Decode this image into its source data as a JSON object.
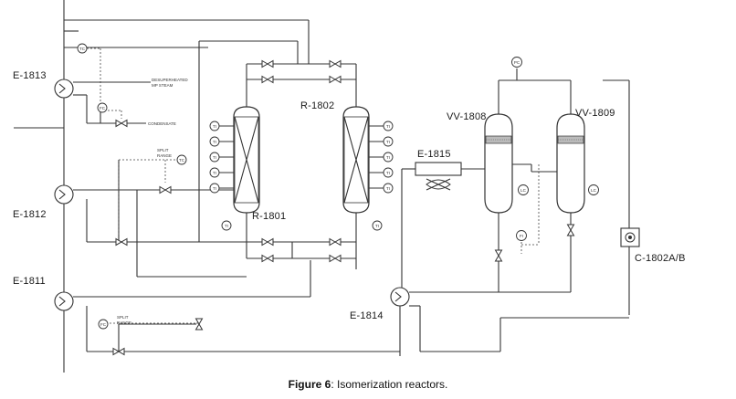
{
  "equipment": {
    "e1813": "E-1813",
    "e1812": "E-1812",
    "e1811": "E-1811",
    "r1802": "R-1802",
    "r1801": "R-1801",
    "vv1808": "VV-1808",
    "vv1809": "VV-1809",
    "e1815": "E-1815",
    "e1814": "E-1814",
    "c1802": "C-1802A/B"
  },
  "notes": {
    "desuperheated_1": "DESUPERHEATED",
    "desuperheated_2": "MP STEAM",
    "condensate": "CONDENSATE",
    "split_range_a1": "SPLIT",
    "split_range_a2": "RANGE",
    "split_range_b1": "SPLIT",
    "split_range_b2": "RANGE"
  },
  "instruments": {
    "tc": "TC",
    "fc": "FC",
    "ti": "TI",
    "pc": "PC",
    "lc": "LC",
    "fi": "FI"
  },
  "caption": {
    "label": "Figure 6",
    "text": ": Isomerization reactors."
  }
}
